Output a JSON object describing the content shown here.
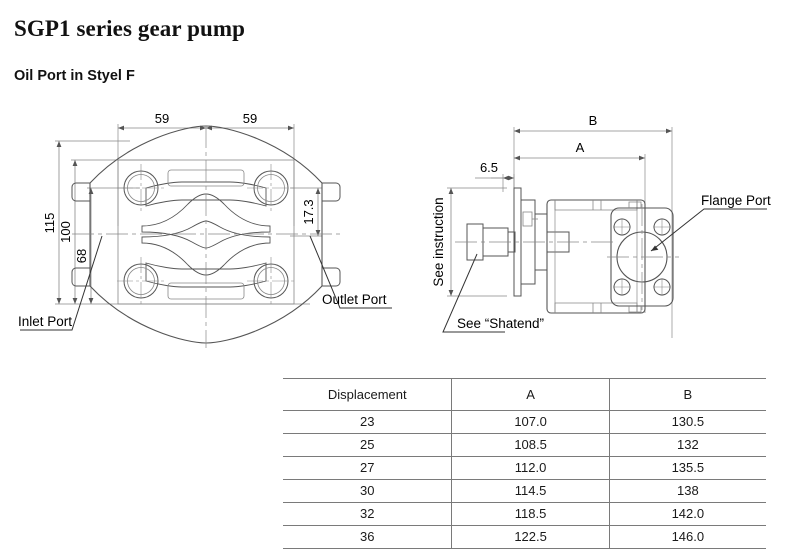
{
  "document": {
    "title": "SGP1 series gear pump",
    "subtitle": "Oil Port in Styel F"
  },
  "front_view": {
    "name": "front-view-drawing",
    "dimensions": {
      "top_left": "59",
      "top_right": "59",
      "height_overall": "115",
      "height_inner": "100",
      "height_bolt": "68",
      "ear_offset": "17.3"
    },
    "labels": {
      "inlet": "Inlet  Port",
      "outlet": "Outlet  Port"
    }
  },
  "side_view": {
    "name": "side-view-drawing",
    "dimensions": {
      "overall": "B",
      "body": "A",
      "flange_thickness": "6.5"
    },
    "labels": {
      "see_instruction": "See instruction",
      "see_shatend": "See “Shatend”",
      "flange_port": "Flange Port"
    }
  },
  "chart_data": {
    "type": "table",
    "title": "",
    "columns": [
      "Displacement",
      "A",
      "B"
    ],
    "rows": [
      [
        "23",
        "107.0",
        "130.5"
      ],
      [
        "25",
        "108.5",
        "132"
      ],
      [
        "27",
        "112.0",
        "135.5"
      ],
      [
        "30",
        "114.5",
        "138"
      ],
      [
        "32",
        "118.5",
        "142.0"
      ],
      [
        "36",
        "122.5",
        "146.0"
      ]
    ]
  },
  "table": {
    "headers": [
      "Displacement",
      "A",
      "B"
    ],
    "rows": [
      {
        "displacement": "23",
        "a": "107.0",
        "b": "130.5"
      },
      {
        "displacement": "25",
        "a": "108.5",
        "b": "132"
      },
      {
        "displacement": "27",
        "a": "112.0",
        "b": "135.5"
      },
      {
        "displacement": "30",
        "a": "114.5",
        "b": "138"
      },
      {
        "displacement": "32",
        "a": "118.5",
        "b": "142.0"
      },
      {
        "displacement": "36",
        "a": "122.5",
        "b": "146.0"
      }
    ]
  },
  "colors": {
    "line": "#555555",
    "text": "#000000",
    "table_rule": "#7a7a7a",
    "background": "#ffffff"
  }
}
